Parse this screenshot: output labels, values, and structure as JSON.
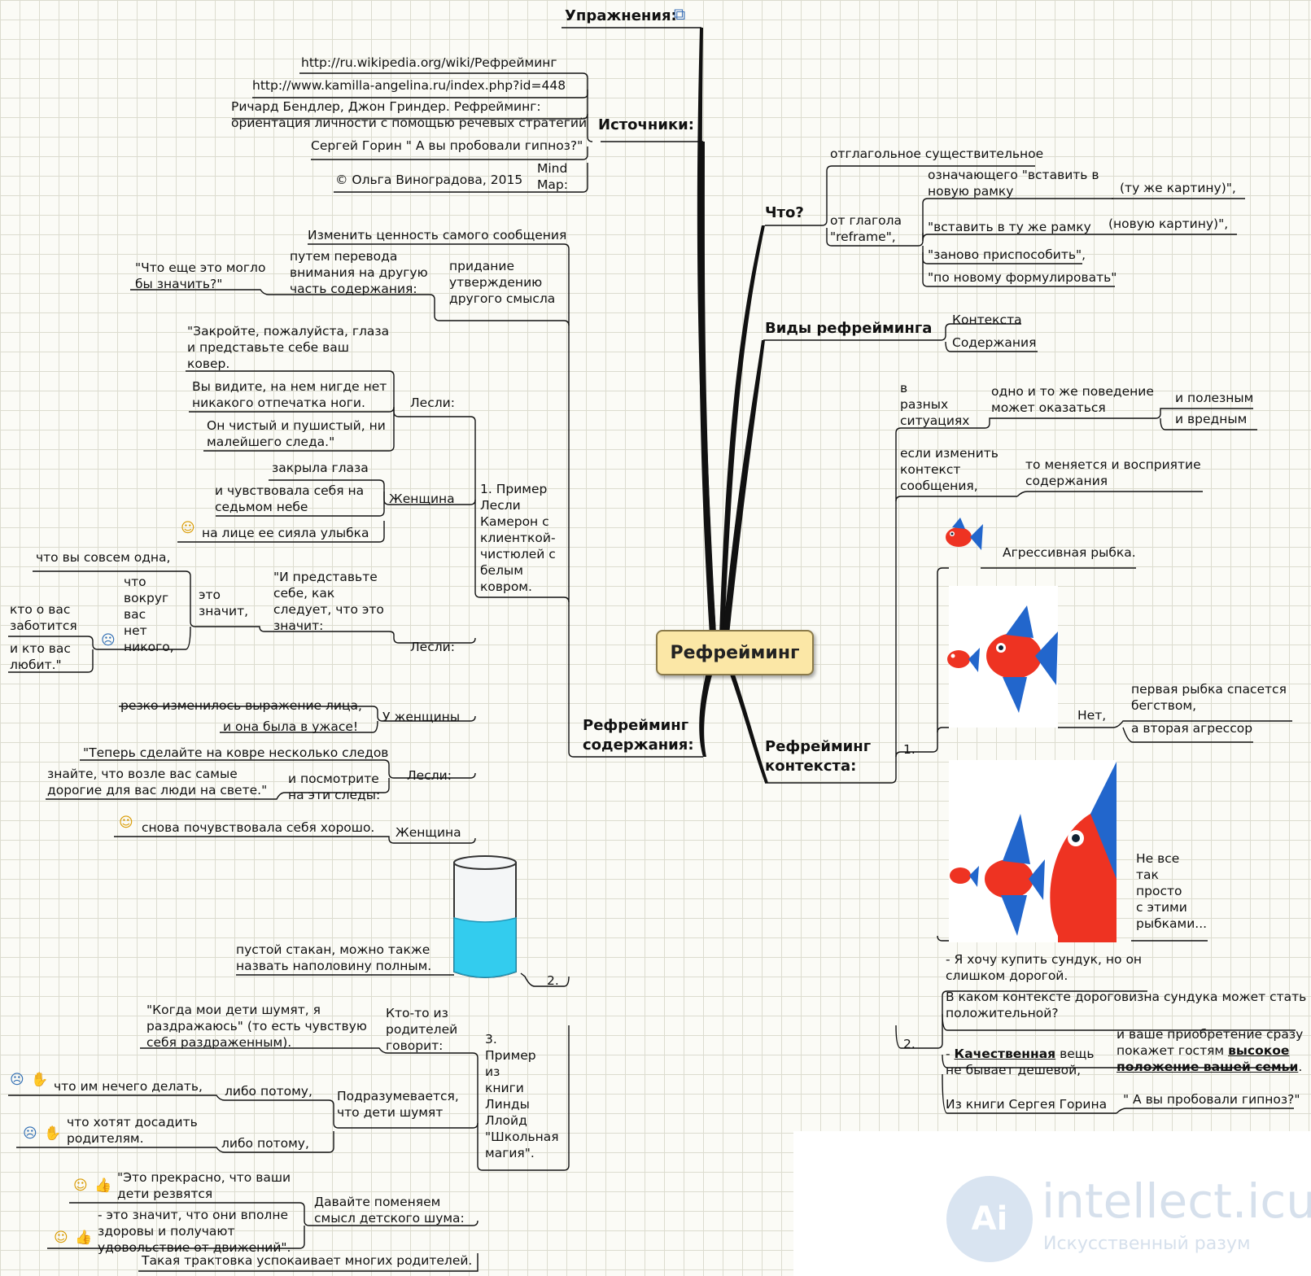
{
  "root": "Рефрейминг",
  "exercises": {
    "label": "Упражнения:",
    "icon": "network-icon"
  },
  "sources": {
    "label": "Источники:",
    "items": [
      "http://ru.wikipedia.org/wiki/Рефрейминг",
      "http://www.kamilla-angelina.ru/index.php?id=448",
      "Ричард Бендлер, Джон Гриндер. Рефрейминг:",
      "ориентация личности с помощью речевых стратегий",
      "Сергей Горин \" А вы пробовали гипноз?\"",
      "© Ольга Виноградова, 2015"
    ],
    "mindmap": [
      "Mind",
      "Map:"
    ]
  },
  "what": {
    "label": "Что?",
    "noun": "отглагольное существительное",
    "from_verb": [
      "от глагола",
      "\"reframe\","
    ],
    "meanings": {
      "m1": [
        "означающего \"вставить в",
        "новую рамку"
      ],
      "m1b": "(ту же картину)\",",
      "m2": "\"вставить в ту же рамку",
      "m2b": "(новую картину)\",",
      "m3": "\"заново приспособить\",",
      "m4": "\"по новому формулировать\""
    }
  },
  "types": {
    "label": "Виды рефрейминга",
    "context": "Контекста",
    "content": "Содержания"
  },
  "context_reframing": {
    "label": [
      "Рефрейминг",
      "контекста:"
    ],
    "situ": [
      "в",
      "разных",
      "ситуациях"
    ],
    "same": [
      "одно и то же поведение",
      "может оказаться"
    ],
    "useful": "и полезным",
    "harmful": "и вредным",
    "ifchange": [
      "если изменить",
      "контекст",
      "сообщения,"
    ],
    "perception": [
      "то меняется и восприятие",
      "содержания"
    ],
    "n1": "1.",
    "fish1": "Агрессивная рыбка.",
    "no": "Нет,",
    "first_fish": [
      "первая рыбка спасется",
      "бегством,"
    ],
    "aggressor": "а вторая агрессор",
    "not_simple": [
      "Не все",
      "так",
      "просто",
      "с этими",
      "рыбками..."
    ],
    "n2": "2.",
    "chest": [
      "- Я хочу купить сундук, но он",
      "слишком дорогой."
    ],
    "question": [
      "В каком контексте дороговизна сундука может стать",
      "положительной?"
    ],
    "quality_dash": "- ",
    "quality_word": "Качественная",
    "quality_rest": " вещь",
    "quality_line2": "не бывает дешевой,",
    "purchase1": "и ваше приобретение сразу",
    "purchase2a": "покажет гостям ",
    "purchase2b": "высокое",
    "purchase3": "положение вашей семьи",
    "purchase3dot": ".",
    "book": "Из книги Сергея Горина",
    "book_title": "\" А вы пробовали гипноз?\""
  },
  "content_reframing": {
    "label": [
      "Рефрейминг",
      "содержания:"
    ],
    "change_value": "Изменить ценность самого сообщения",
    "give_meaning": [
      "придание",
      "утверждению",
      "другого смысла"
    ],
    "shift": [
      "путем перевода",
      "внимания на другую",
      "часть содержания:"
    ],
    "what_else": [
      "\"Что еще это могло",
      "бы значить?\""
    ],
    "example1": [
      "1. Пример",
      "Лесли",
      "Камерон с",
      "клиенткой-",
      "чистюлей с",
      "белым",
      "ковром."
    ],
    "leslie": "Лесли:",
    "close_eyes": [
      "\"Закройте, пожалуйста, глаза",
      "и представьте себе ваш",
      "ковер."
    ],
    "you_see": [
      "Вы видите, на нем нигде нет",
      "никакого отпечатка ноги."
    ],
    "clean": [
      "Он чистый и пушистый, ни",
      "малейшего следа.\""
    ],
    "woman": "Женщина",
    "closed_eyes": "закрыла глаза",
    "seventh": [
      "и чувствовала себя на",
      "седьмом небе"
    ],
    "smile": "на лице ее сияла улыбка",
    "imagine": [
      "\"И представьте",
      "себе, как",
      "следует, что это",
      "значит:"
    ],
    "means": [
      "это",
      "значит,"
    ],
    "alone": "что вы совсем одна,",
    "nobody": [
      "что",
      "вокруг",
      "вас",
      "нет",
      "никого,"
    ],
    "who_cares": [
      "кто о вас",
      "заботится"
    ],
    "who_loves": [
      "и кто вас",
      "любит.\""
    ],
    "at_woman": "У женщины",
    "face_changed": "резко изменилось выражение лица,",
    "horror": "и она была в ужасе!",
    "steps": "\"Теперь сделайте на ковре несколько следов",
    "look": [
      "и посмотрите",
      "на эти следы:"
    ],
    "know": [
      "знайте, что возле вас самые",
      "дорогие для вас люди на свете.\""
    ],
    "good_again": "снова почувствовала себя хорошо.",
    "n2": "2.",
    "glass": [
      "пустой стакан, можно также",
      "назвать наполовину полным."
    ],
    "example3": [
      "3.",
      "Пример",
      "из",
      "книги",
      "Линды",
      "Ллойд",
      "\"Школьная",
      "магия\"."
    ],
    "parent": [
      "Кто-то из",
      "родителей",
      "говорит:"
    ],
    "kids_noise": [
      "\"Когда мои дети шумят, я",
      "раздражаюсь\" (то есть чувствую",
      "себя раздраженным)."
    ],
    "implied": [
      "Подразумевается,",
      "что дети шумят"
    ],
    "because": "либо потому,",
    "nothing_to_do": "что им нечего делать,",
    "annoy": [
      "что хотят досадить",
      "родителям."
    ],
    "change_meaning": [
      "Давайте поменяем",
      "смысл детского шума:"
    ],
    "wonderful": [
      "\"Это прекрасно, что ваши",
      "дети резвятся"
    ],
    "healthy": [
      "- это значит, что они вполне",
      "здоровы и получают",
      "удовольствие от движений\"."
    ],
    "calms": "Такая трактовка успокаивает многих родителей."
  },
  "watermark": {
    "brand": "intellect.icu",
    "tagline": "Искусственный разум",
    "logo": "Ai"
  },
  "colors": {
    "root_fill": "#fbe7a6",
    "line": "#111111",
    "water": "#33ccee",
    "fish_red": "#ee3322",
    "fish_blue": "#2266cc"
  }
}
